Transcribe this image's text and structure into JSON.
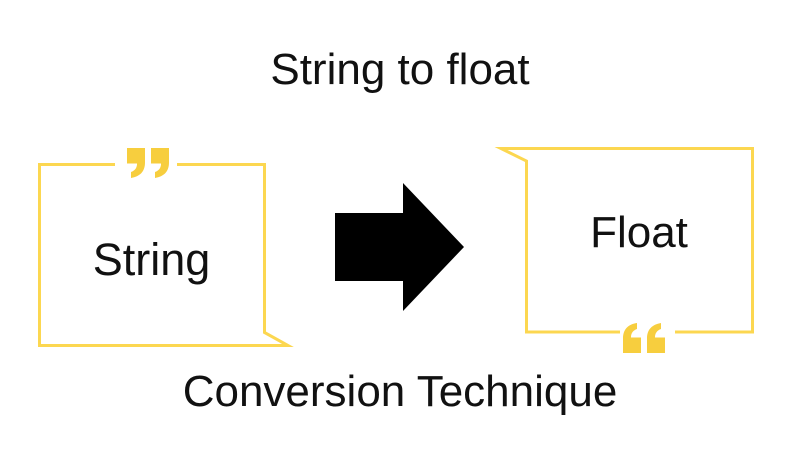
{
  "title": "String to float",
  "subtitle": "Conversion Technique",
  "diagram": {
    "source_box": {
      "label": "String",
      "quote_icon": "double-quote-close"
    },
    "arrow_icon": "right-arrow",
    "target_box": {
      "label": "Float",
      "quote_icon": "double-quote-open"
    }
  },
  "colors": {
    "background": "#FFFFFF",
    "box_border": "#FCD750",
    "quote_mark": "#F7CE3E",
    "arrow": "#000000",
    "text": "#111111"
  }
}
